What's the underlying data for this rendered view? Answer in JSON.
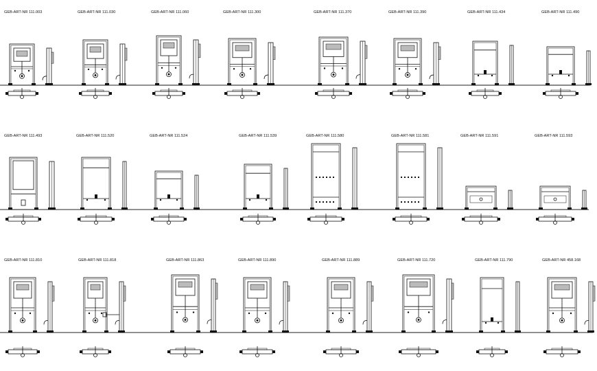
{
  "rows": [
    {
      "items": [
        {
          "label": "GEB-ART-NR 111.003",
          "type": "cistern",
          "w": 36,
          "h": 60,
          "sw": 7
        },
        {
          "label": "GEB-ART-NR 111.030",
          "type": "cistern",
          "w": 36,
          "h": 66,
          "sw": 7
        },
        {
          "label": "GEB-ART-NR 111.060",
          "type": "cistern",
          "w": 36,
          "h": 72,
          "sw": 7
        },
        {
          "label": "GEB-ART-NR 111.300",
          "type": "cistern",
          "w": 40,
          "h": 68,
          "sw": 7
        },
        {
          "label": "GEB-ART-NR 111.370",
          "type": "cistern",
          "w": 42,
          "h": 70,
          "sw": 7
        },
        {
          "label": "GEB-ART-NR 111.390",
          "type": "cistern",
          "w": 40,
          "h": 68,
          "sw": 7
        },
        {
          "label": "GEB-ART-NR 111.434",
          "type": "frame",
          "w": 36,
          "h": 64,
          "sw": 5
        },
        {
          "label": "GEB-ART-NR 111.490",
          "type": "frame",
          "w": 40,
          "h": 56,
          "sw": 5
        }
      ]
    },
    {
      "items": [
        {
          "label": "GEB-ART-NR 111.493",
          "type": "panel",
          "w": 40,
          "h": 76,
          "sw": 7
        },
        {
          "label": "GEB-ART-NR 111.520",
          "type": "frame",
          "w": 42,
          "h": 76,
          "sw": 5
        },
        {
          "label": "GEB-ART-NR 111.524",
          "type": "frame",
          "w": 40,
          "h": 56,
          "sw": 5
        },
        {
          "label": "GEB-ART-NR 111.539",
          "type": "frame",
          "w": 40,
          "h": 66,
          "sw": 5
        },
        {
          "label": "GEB-ART-NR 111.580",
          "type": "tall",
          "w": 42,
          "h": 96,
          "sw": 6
        },
        {
          "label": "GEB-ART-NR 111.581",
          "type": "tall",
          "w": 42,
          "h": 96,
          "sw": 6
        },
        {
          "label": "GEB-ART-NR 111.591",
          "type": "low",
          "w": 44,
          "h": 34,
          "sw": 5
        },
        {
          "label": "GEB-ART-NR 111.593",
          "type": "low",
          "w": 44,
          "h": 34,
          "sw": 5
        }
      ]
    },
    {
      "items": [
        {
          "label": "GEB-ART-NR 111.810",
          "type": "wc",
          "w": 38,
          "h": 80,
          "sw": 6
        },
        {
          "label": "GEB-ART-NR 111.818",
          "type": "wc2",
          "w": 34,
          "h": 80,
          "sw": 6
        },
        {
          "label": "GEB-ART-NR 111.863",
          "type": "wc",
          "w": 40,
          "h": 84,
          "sw": 6
        },
        {
          "label": "GEB-ART-NR 111.890",
          "type": "wc",
          "w": 40,
          "h": 80,
          "sw": 6
        },
        {
          "label": "GEB-ART-NR 111.889",
          "type": "wc",
          "w": 40,
          "h": 80,
          "sw": 6
        },
        {
          "label": "GEB-ART-NR 111.720",
          "type": "cistern",
          "w": 46,
          "h": 84,
          "sw": 7
        },
        {
          "label": "GEB-ART-NR 111.790",
          "type": "frame",
          "w": 34,
          "h": 80,
          "sw": 5
        },
        {
          "label": "GEB-ART-NR 458.168",
          "type": "wc",
          "w": 42,
          "h": 80,
          "sw": 6
        }
      ]
    }
  ]
}
